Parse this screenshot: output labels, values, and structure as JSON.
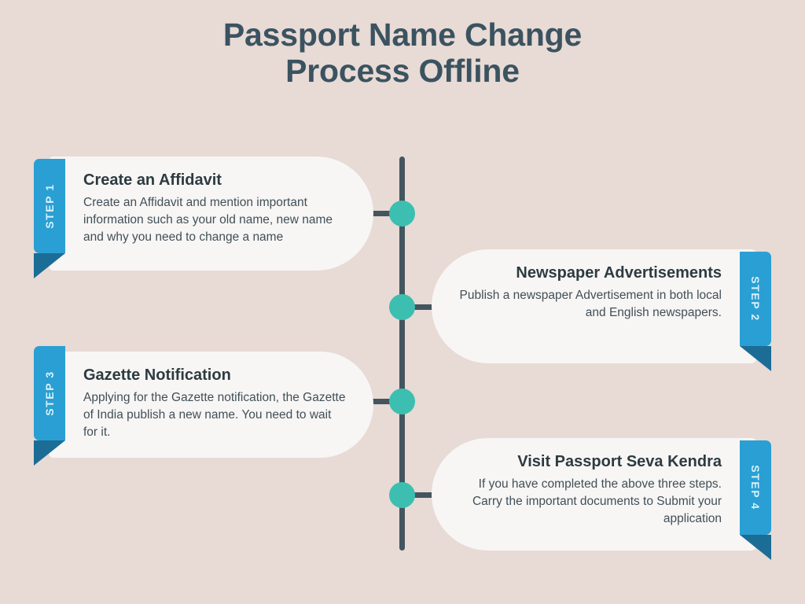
{
  "title": {
    "line1": "Passport Name Change",
    "line2": "Process Offline"
  },
  "colors": {
    "background": "#e8dad5",
    "card": "#f7f6f5",
    "title_text": "#3b5360",
    "heading_text": "#2d3b41",
    "body_text": "#414f57",
    "tab_blue": "#2a9fd4",
    "tab_fold": "#1b6d96",
    "timeline": "#44555e",
    "node_teal": "#3cbfb0",
    "tab_label_text": "#d9f1fb"
  },
  "steps": [
    {
      "tab_label": "STEP 1",
      "side": "left",
      "heading": "Create an Affidavit",
      "body": "Create an Affidavit and mention important information such as your old name, new name and why you need to change a name"
    },
    {
      "tab_label": "STEP 2",
      "side": "right",
      "heading": "Newspaper Advertisements",
      "body": "Publish a newspaper Advertisement in both local and English newspapers."
    },
    {
      "tab_label": "STEP 3",
      "side": "left",
      "heading": "Gazette Notification",
      "body": "Applying for the Gazette notification, the Gazette of India publish a new name. You need to wait for it."
    },
    {
      "tab_label": "STEP 4",
      "side": "right",
      "heading": "Visit Passport Seva Kendra",
      "body": "If you have completed the above three steps. Carry the important documents to Submit your application"
    }
  ]
}
